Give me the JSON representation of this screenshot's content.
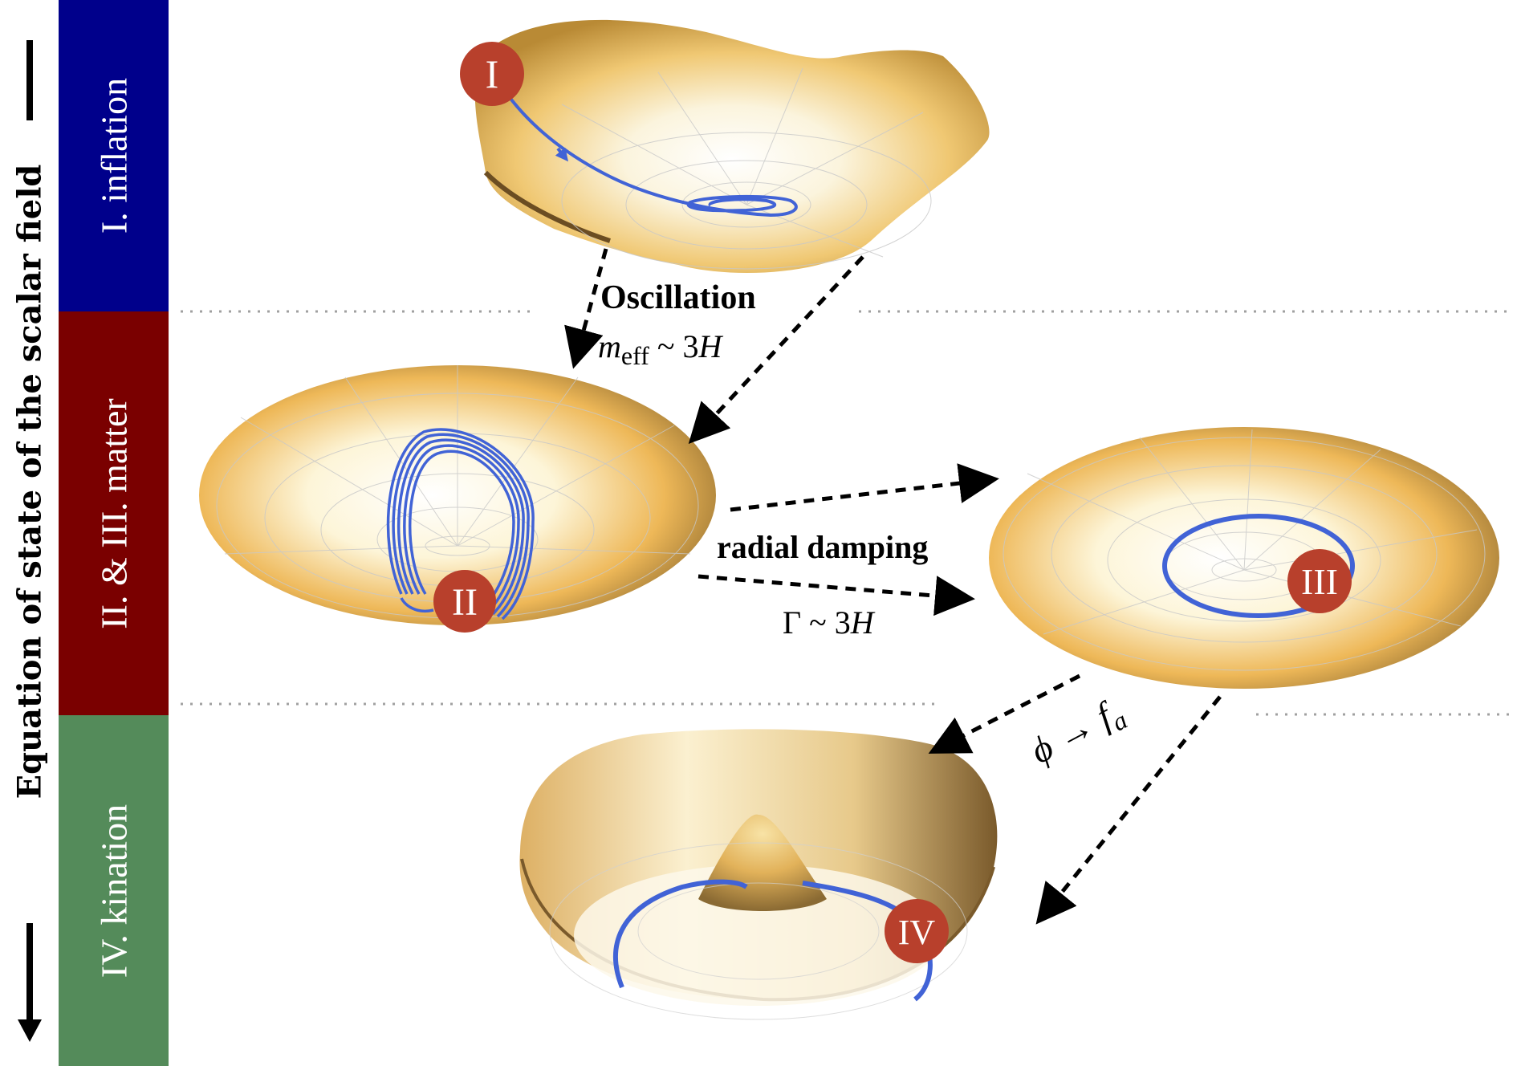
{
  "axis_label": "Equation of state of the scalar field",
  "bands": [
    {
      "label": "I. inflation",
      "color": "#00008b"
    },
    {
      "label": "II. & III. matter",
      "color": "#7a0000"
    },
    {
      "label": "IV. kination",
      "color": "#548b5a"
    }
  ],
  "phases": [
    {
      "id": "I",
      "badge": "I"
    },
    {
      "id": "II",
      "badge": "II"
    },
    {
      "id": "III",
      "badge": "III"
    },
    {
      "id": "IV",
      "badge": "IV"
    }
  ],
  "transitions": {
    "oscillation": {
      "title": "Oscillation",
      "cond_m": "m",
      "cond_sub": "eff",
      "cond_rest": " ~ 3",
      "cond_H": "H"
    },
    "damping": {
      "title": "radial damping",
      "cond": "Γ ~ 3",
      "cond_H": "H"
    },
    "settle": {
      "phi": "ϕ",
      "arrow": " → ",
      "f": "f",
      "sub": "a"
    }
  },
  "colors": {
    "surface": "#e6b04c",
    "trajectory": "#4163d6",
    "badge": "#b8402c"
  }
}
